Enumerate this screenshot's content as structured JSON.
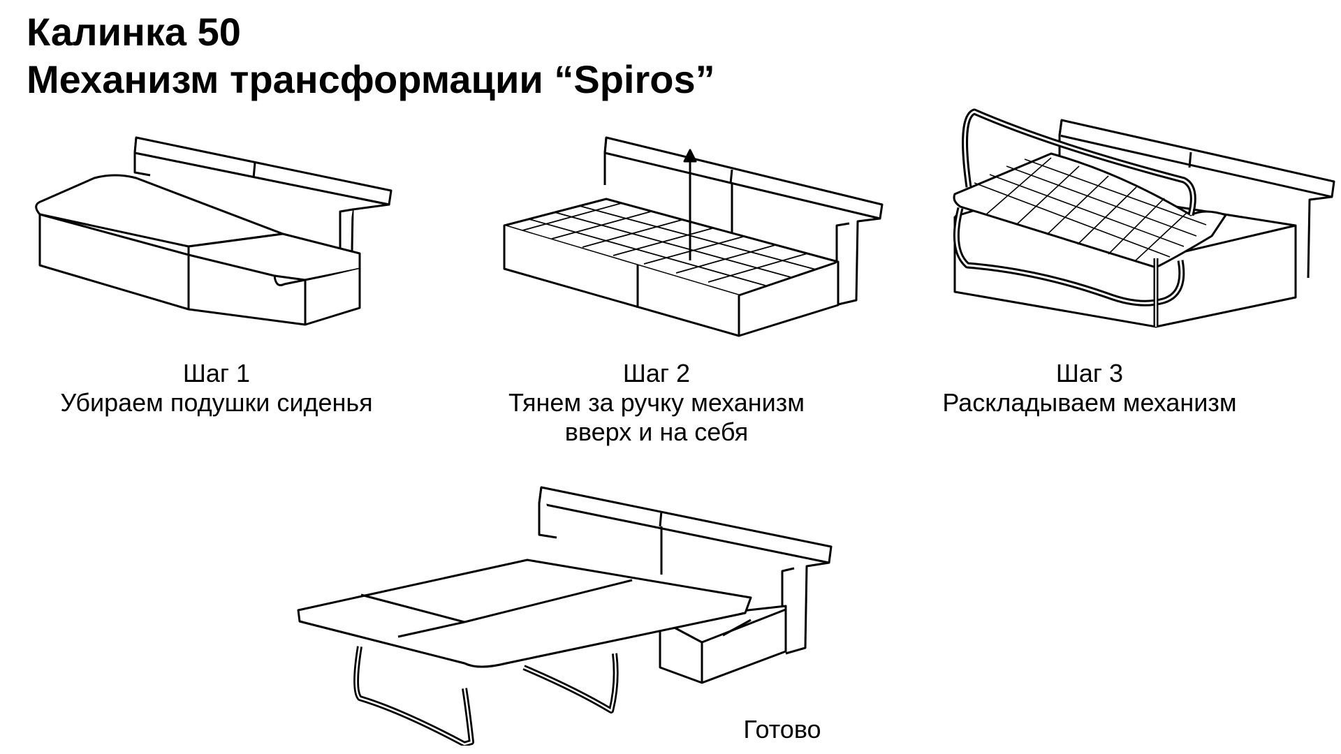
{
  "title": {
    "line1": "Калинка 50",
    "line2": "Механизм трансформации “Spiros”"
  },
  "steps": [
    {
      "step": "Шаг 1",
      "desc": [
        "Убираем подушки сиденья"
      ]
    },
    {
      "step": "Шаг 2",
      "desc": [
        "Тянем за ручку механизм",
        "вверх и на себя"
      ]
    },
    {
      "step": "Шаг 3",
      "desc": [
        "Раскладываем механизм"
      ]
    }
  ],
  "final_label": "Готово"
}
